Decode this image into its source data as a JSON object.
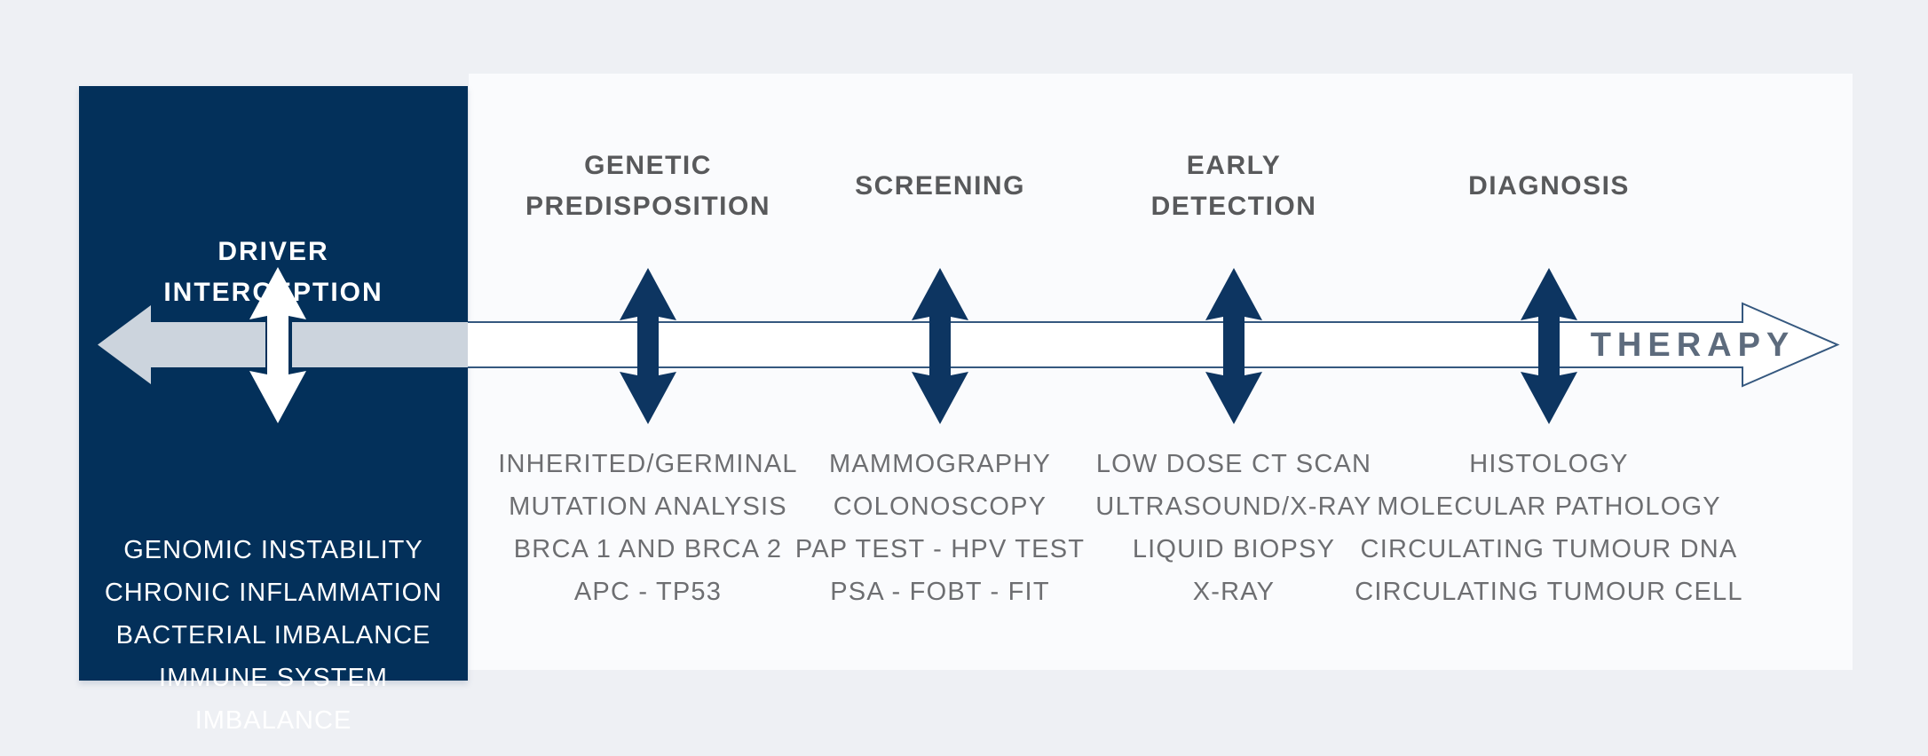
{
  "palette": {
    "outer_background": "#eef0f4",
    "card_background": "#fafbfd",
    "panel_navy": "#03305a",
    "arrow_navy": "#0d3561",
    "arrow_gray": "#ccd4dd",
    "band_outline": "#35587f",
    "header_text": "#58595b",
    "list_text": "#6d6e71",
    "therapy_text": "#5d6b7d"
  },
  "interception": {
    "title_lines": [
      "DRIVER",
      "INTERCEPTION"
    ],
    "items": [
      "GENOMIC INSTABILITY",
      "CHRONIC INFLAMMATION",
      "BACTERIAL IMBALANCE",
      "IMMUNE SYSTEM IMBALANCE"
    ]
  },
  "stages": [
    {
      "title_lines": [
        "GENETIC",
        "PREDISPOSITION"
      ],
      "items": [
        "INHERITED/GERMINAL",
        "MUTATION ANALYSIS",
        "BRCA 1 AND BRCA 2",
        "APC - TP53"
      ]
    },
    {
      "title_lines": [
        "SCREENING"
      ],
      "items": [
        "MAMMOGRAPHY",
        "COLONOSCOPY",
        "PAP TEST - HPV TEST",
        "PSA - FOBT - FIT"
      ]
    },
    {
      "title_lines": [
        "EARLY",
        "DETECTION"
      ],
      "items": [
        "LOW DOSE CT SCAN",
        "ULTRASOUND/X-RAY",
        "LIQUID BIOPSY",
        "X-RAY"
      ]
    },
    {
      "title_lines": [
        "DIAGNOSIS"
      ],
      "items": [
        "HISTOLOGY",
        "MOLECULAR PATHOLOGY",
        "CIRCULATING TUMOUR DNA",
        "CIRCULATING TUMOUR CELL"
      ]
    }
  ],
  "therapy": {
    "label": "THERAPY"
  }
}
